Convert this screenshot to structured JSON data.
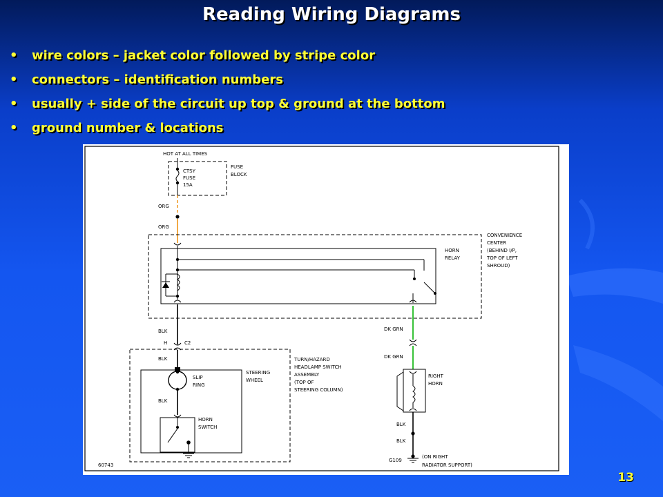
{
  "slide": {
    "title": "Reading Wiring Diagrams",
    "bullets": [
      "wire colors – jacket color followed by stripe color",
      "connectors – identification numbers",
      "usually + side of the circuit up top & ground at the bottom",
      "ground number & locations"
    ],
    "bullet_symbol": "•",
    "page_number": "13"
  },
  "diagram": {
    "labels": {
      "hot": "HOT AT ALL TIMES",
      "fuse_1": "CTSY",
      "fuse_2": "FUSE",
      "fuse_3": "15A",
      "fuse_block_1": "FUSE",
      "fuse_block_2": "BLOCK",
      "org_1": "ORG",
      "org_2": "ORG",
      "conv_1": "CONVENIENCE",
      "conv_2": "CENTER",
      "conv_3": "(BEHIND I/P,",
      "conv_4": "TOP OF LEFT",
      "conv_5": "SHROUD)",
      "relay_1": "HORN",
      "relay_2": "RELAY",
      "blk_1": "BLK",
      "h": "H",
      "c2": "C2",
      "blk_2": "BLK",
      "slip_1": "SLIP",
      "slip_2": "RING",
      "steering_1": "STEERING",
      "steering_2": "WHEEL",
      "turn_1": "TURN/HAZARD",
      "turn_2": "HEADLAMP SWITCH",
      "turn_3": "ASSEMBLY",
      "turn_4": "(TOP OF",
      "turn_5": "STEERING COLUMN)",
      "blk_3": "BLK",
      "horn_sw_1": "HORN",
      "horn_sw_2": "SWITCH",
      "dkgrn_1": "DK GRN",
      "dkgrn_2": "DK GRN",
      "right_horn_1": "RIGHT",
      "right_horn_2": "HORN",
      "blk_4": "BLK",
      "blk_5": "BLK",
      "g109": "G109",
      "ground_loc_1": "(ON RIGHT",
      "ground_loc_2": "RADIATOR SUPPORT)",
      "fig_no": "60743"
    },
    "colors": {
      "orange_wire": "#f0a030",
      "green_wire": "#22bb22",
      "black_wire": "#000000"
    }
  },
  "theme": {
    "title_color": "#ffffff",
    "bullet_color": "#ffff33",
    "background_accent": "#1456f0"
  }
}
